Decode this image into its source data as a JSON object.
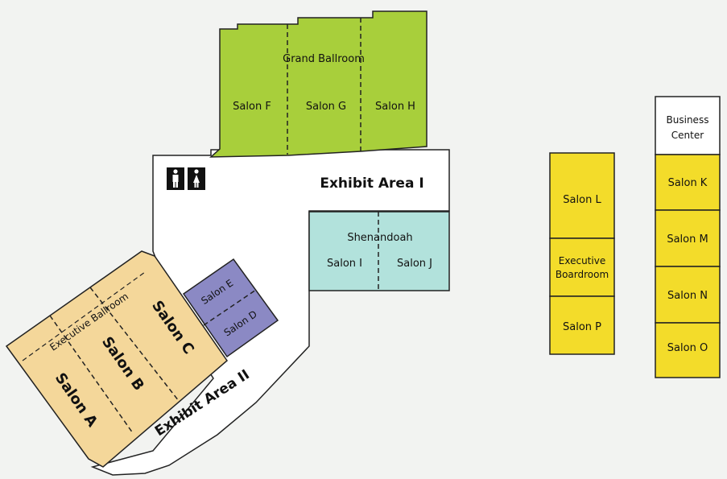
{
  "colors": {
    "green": "#a8cf3b",
    "teal": "#b2e2dc",
    "purple": "#8b89c4",
    "tan": "#f4d79a",
    "yellow": "#f3dc2a",
    "white": "#ffffff",
    "outline": "#222222"
  },
  "icons": [
    "restroom-men-icon",
    "restroom-women-icon"
  ],
  "grand_ballroom": {
    "title": "Grand Ballroom",
    "salon_f": "Salon F",
    "salon_g": "Salon G",
    "salon_h": "Salon H"
  },
  "exhibit_area_1": "Exhibit Area I",
  "shenandoah": {
    "title": "Shenandoah",
    "salon_i": "Salon I",
    "salon_j": "Salon J"
  },
  "small_salons": {
    "salon_e": "Salon E",
    "salon_d": "Salon D"
  },
  "executive_ballroom": {
    "title": "Executive Ballroom",
    "salon_a": "Salon A",
    "salon_b": "Salon B",
    "salon_c": "Salon C"
  },
  "exhibit_area_2": "Exhibit Area II",
  "middle_column": {
    "salon_l": "Salon L",
    "boardroom_line1": "Executive",
    "boardroom_line2": "Boardroom",
    "salon_p": "Salon P"
  },
  "right_column": {
    "business_line1": "Business",
    "business_line2": "Center",
    "salon_k": "Salon K",
    "salon_m": "Salon M",
    "salon_n": "Salon N",
    "salon_o": "Salon O"
  }
}
